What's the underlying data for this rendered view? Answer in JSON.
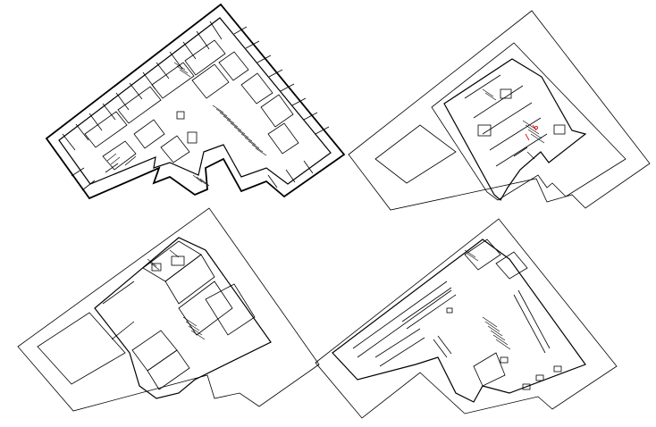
{
  "drawing": {
    "plans": [
      {
        "key": "plan_top_left"
      },
      {
        "key": "plan_top_right"
      },
      {
        "key": "plan_bottom_left"
      },
      {
        "key": "plan_bottom_right"
      }
    ],
    "colors": {
      "line": "#000000",
      "background": "#ffffff",
      "highlight": "#e02020"
    }
  }
}
